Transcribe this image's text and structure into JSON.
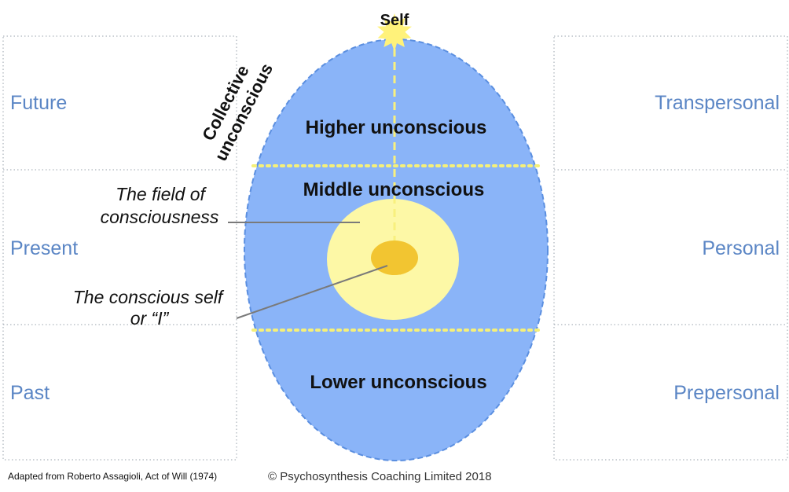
{
  "left_column": {
    "labels": [
      "Future",
      "Present",
      "Past"
    ]
  },
  "right_column": {
    "labels": [
      "Transpersonal",
      "Personal",
      "Prepersonal"
    ]
  },
  "egg": {
    "self_label": "Self",
    "collective": [
      "Collective",
      "unconscious"
    ],
    "higher": "Higher unconscious",
    "middle": "Middle unconscious",
    "lower": "Lower unconscious"
  },
  "annotations": {
    "field": [
      "The field of",
      "consciousness"
    ],
    "conscious_self": [
      "The conscious self",
      "or “I”"
    ]
  },
  "footer": {
    "source": "Adapted from Roberto Assagioli, Act of Will (1974)",
    "copyright": "© Psychosynthesis Coaching Limited 2018"
  },
  "colors": {
    "egg_fill": "#8ab4f8",
    "egg_stroke": "#5b8fe0",
    "field_fill": "#fdf8a6",
    "center_fill": "#f2c531",
    "divider": "#f5f07a",
    "star": "#fff27a",
    "side_label": "#5b86c5",
    "panel_border": "#9aa3ad"
  }
}
